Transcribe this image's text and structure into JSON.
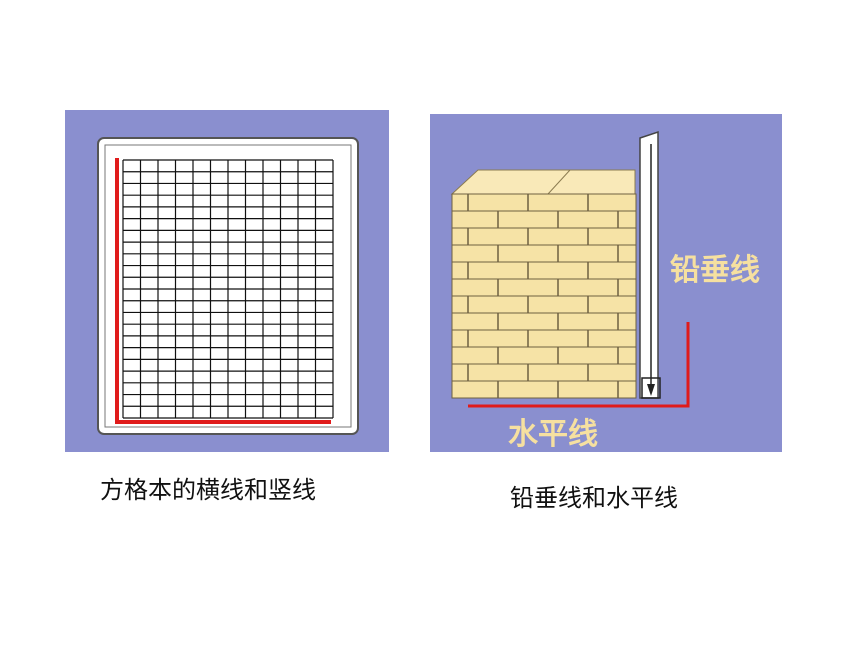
{
  "left": {
    "caption": "方格本的横线和竖线"
  },
  "right": {
    "caption": "铅垂线和水平线",
    "vertical_label": "铅垂线",
    "horizontal_label": "水平线"
  },
  "colors": {
    "panel_bg": "#8a8fcf",
    "accent_red": "#e01b1b",
    "label_cream": "#f6e0a0",
    "brick": "#f6e3a6"
  },
  "grid": {
    "columns": 12,
    "rows": 22
  }
}
